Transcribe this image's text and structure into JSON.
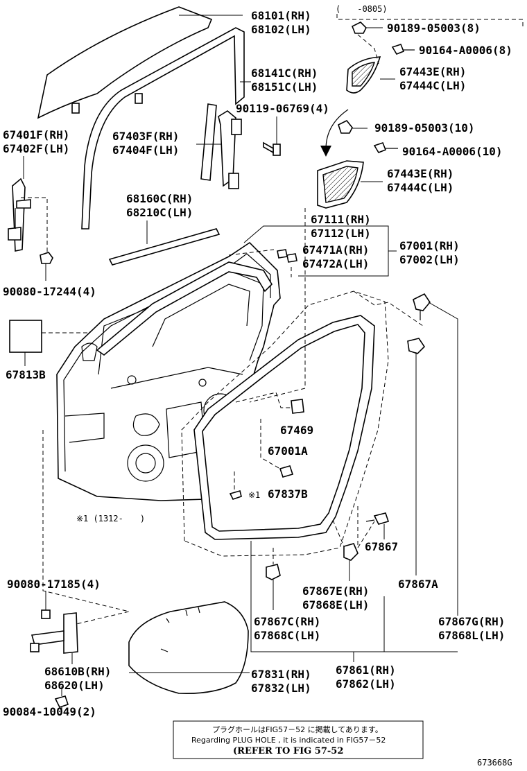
{
  "date_range": "(　　-0805)",
  "footnote_range": "※1 (1312-　　)",
  "refer_box": {
    "jp": "プラグホールはFIG57－52 に掲載してあります。",
    "en": "Regarding PLUG HOLE , it is indicated in FIG57－52",
    "refer": "(REFER TO FIG 57-52"
  },
  "figure_code": "673668G",
  "parts": [
    {
      "key": "p68101",
      "text": "68101(RH)"
    },
    {
      "key": "p68102",
      "text": "68102(LH)"
    },
    {
      "key": "p68141",
      "text": "68141C(RH)"
    },
    {
      "key": "p68151",
      "text": "68151C(LH)"
    },
    {
      "key": "p90119",
      "text": "90119-06769(4)"
    },
    {
      "key": "p67401",
      "text": "67401F(RH)"
    },
    {
      "key": "p67402",
      "text": "67402F(LH)"
    },
    {
      "key": "p67403",
      "text": "67403F(RH)"
    },
    {
      "key": "p67404",
      "text": "67404F(LH)"
    },
    {
      "key": "p68160",
      "text": "68160C(RH)"
    },
    {
      "key": "p68210",
      "text": "68210C(LH)"
    },
    {
      "key": "p90189a",
      "text": "90189-05003(8)"
    },
    {
      "key": "p90164a",
      "text": "90164-A0006(8)"
    },
    {
      "key": "p67443a",
      "text": "67443E(RH)"
    },
    {
      "key": "p67444a",
      "text": "67444C(LH)"
    },
    {
      "key": "p90189b",
      "text": "90189-05003(10)"
    },
    {
      "key": "p90164b",
      "text": "90164-A0006(10)"
    },
    {
      "key": "p67443b",
      "text": "67443E(RH)"
    },
    {
      "key": "p67444b",
      "text": "67444C(LH)"
    },
    {
      "key": "p67111",
      "text": "67111(RH)"
    },
    {
      "key": "p67112",
      "text": "67112(LH)"
    },
    {
      "key": "p67471",
      "text": "67471A(RH)"
    },
    {
      "key": "p67472",
      "text": "67472A(LH)"
    },
    {
      "key": "p67001",
      "text": "67001(RH)"
    },
    {
      "key": "p67002",
      "text": "67002(LH)"
    },
    {
      "key": "p90080a",
      "text": "90080-17244(4)"
    },
    {
      "key": "p67813",
      "text": "67813B"
    },
    {
      "key": "p67469",
      "text": "67469"
    },
    {
      "key": "p67001a",
      "text": "67001A"
    },
    {
      "key": "p67837",
      "text": "67837B"
    },
    {
      "key": "p67867",
      "text": "67867"
    },
    {
      "key": "p67867a",
      "text": "67867A"
    },
    {
      "key": "p90080b",
      "text": "90080-17185(4)"
    },
    {
      "key": "p67867e",
      "text": "67867E(RH)"
    },
    {
      "key": "p67868e",
      "text": "67868E(LH)"
    },
    {
      "key": "p67867c",
      "text": "67867C(RH)"
    },
    {
      "key": "p67868c",
      "text": "67868C(LH)"
    },
    {
      "key": "p67867g",
      "text": "67867G(RH)"
    },
    {
      "key": "p67868l",
      "text": "67868L(LH)"
    },
    {
      "key": "p68610",
      "text": "68610B(RH)"
    },
    {
      "key": "p68620",
      "text": "68620(LH)"
    },
    {
      "key": "p67831",
      "text": "67831(RH)"
    },
    {
      "key": "p67832",
      "text": "67832(LH)"
    },
    {
      "key": "p67861",
      "text": "67861(RH)"
    },
    {
      "key": "p67862",
      "text": "67862(LH)"
    },
    {
      "key": "p90084",
      "text": "90084-10049(2)"
    }
  ],
  "marker": "※1"
}
